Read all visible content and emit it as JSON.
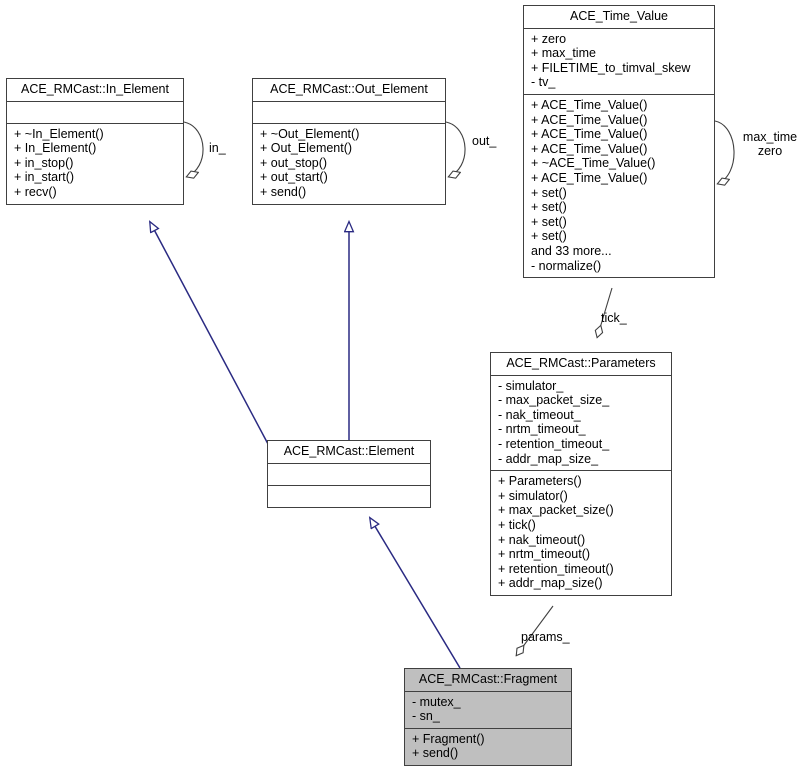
{
  "diagram": {
    "type": "uml-class-diagram",
    "colors": {
      "background": "#ffffff",
      "box_border": "#404040",
      "box_fill": "#ffffff",
      "highlight_fill": "#bfbfbf",
      "inheritance_edge": "#2a2a82",
      "association_edge": "#404040",
      "text": "#000000"
    },
    "classes": [
      {
        "id": "in_element",
        "name": "ACE_RMCast::In_Element",
        "attributes": [],
        "operations": [
          "+ ~In_Element()",
          "+ In_Element()",
          "+ in_stop()",
          "+ in_start()",
          "+ recv()"
        ],
        "highlighted": false
      },
      {
        "id": "out_element",
        "name": "ACE_RMCast::Out_Element",
        "attributes": [],
        "operations": [
          "+ ~Out_Element()",
          "+ Out_Element()",
          "+ out_stop()",
          "+ out_start()",
          "+ send()"
        ],
        "highlighted": false
      },
      {
        "id": "time_value",
        "name": "ACE_Time_Value",
        "attributes": [
          "+ zero",
          "+ max_time",
          "+ FILETIME_to_timval_skew",
          "- tv_"
        ],
        "operations": [
          "+ ACE_Time_Value()",
          "+ ACE_Time_Value()",
          "+ ACE_Time_Value()",
          "+ ACE_Time_Value()",
          "+ ~ACE_Time_Value()",
          "+ ACE_Time_Value()",
          "+ set()",
          "+ set()",
          "+ set()",
          "+ set()",
          "and 33 more...",
          "- normalize()"
        ],
        "highlighted": false
      },
      {
        "id": "parameters",
        "name": "ACE_RMCast::Parameters",
        "attributes": [
          "- simulator_",
          "- max_packet_size_",
          "- nak_timeout_",
          "- nrtm_timeout_",
          "- retention_timeout_",
          "- addr_map_size_"
        ],
        "operations": [
          "+ Parameters()",
          "+ simulator()",
          "+ max_packet_size()",
          "+ tick()",
          "+ nak_timeout()",
          "+ nrtm_timeout()",
          "+ retention_timeout()",
          "+ addr_map_size()"
        ],
        "highlighted": false
      },
      {
        "id": "element",
        "name": "ACE_RMCast::Element",
        "attributes": [],
        "operations": [],
        "highlighted": false
      },
      {
        "id": "fragment",
        "name": "ACE_RMCast::Fragment",
        "attributes": [
          "- mutex_",
          "- sn_"
        ],
        "operations": [
          "+ Fragment()",
          "+ send()"
        ],
        "highlighted": true
      }
    ],
    "edge_labels": {
      "in": "in_",
      "out": "out_",
      "max_time_zero_line1": "max_time",
      "max_time_zero_line2": "zero",
      "tick": "tick_",
      "params": "params_"
    },
    "relationships": [
      {
        "kind": "inheritance",
        "from": "element",
        "to": "in_element"
      },
      {
        "kind": "inheritance",
        "from": "element",
        "to": "out_element"
      },
      {
        "kind": "inheritance",
        "from": "fragment",
        "to": "element"
      },
      {
        "kind": "aggregation",
        "from": "in_element",
        "to": "in_element",
        "label": "in_"
      },
      {
        "kind": "aggregation",
        "from": "out_element",
        "to": "out_element",
        "label": "out_"
      },
      {
        "kind": "aggregation",
        "from": "time_value",
        "to": "time_value",
        "label": "max_time zero"
      },
      {
        "kind": "aggregation",
        "from": "parameters",
        "to": "time_value",
        "label": "tick_"
      },
      {
        "kind": "aggregation",
        "from": "fragment",
        "to": "parameters",
        "label": "params_"
      }
    ]
  }
}
